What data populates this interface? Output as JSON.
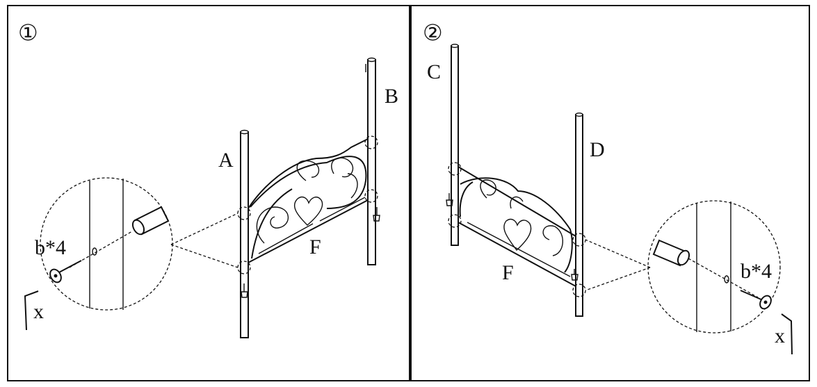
{
  "panels": [
    {
      "step": "①",
      "labels": {
        "post_left": "A",
        "post_right": "B",
        "panel": "F",
        "screw": "b*4",
        "tool": "x"
      }
    },
    {
      "step": "②",
      "labels": {
        "post_left": "C",
        "post_right": "D",
        "panel": "F",
        "screw": "b*4",
        "tool": "x"
      }
    }
  ]
}
